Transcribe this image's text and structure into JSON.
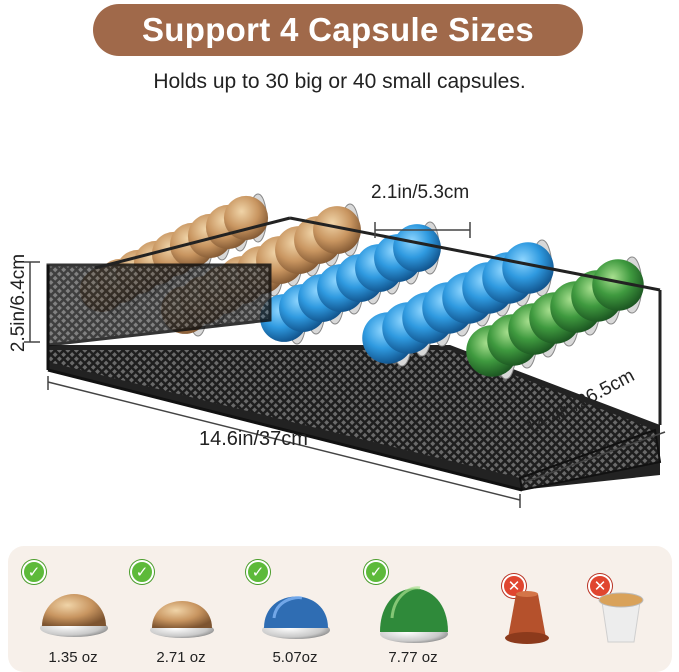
{
  "header": {
    "title": "Support 4 Capsule Sizes",
    "subtitle": "Holds up to 30 big or 40 small capsules."
  },
  "dimensions": {
    "slot_width": "2.1in/5.3cm",
    "height": "2.5in/6.4cm",
    "length": "14.6in/37cm",
    "depth": "14.4in/26.5cm"
  },
  "sizes": [
    {
      "label": "1.35 oz",
      "supported": true,
      "color": "#c8935e",
      "icon": "gold-vertuo-capsule-icon"
    },
    {
      "label": "2.71 oz",
      "supported": true,
      "color": "#c8935e",
      "icon": "gold-vertuo-capsule-icon"
    },
    {
      "label": "5.07oz",
      "supported": true,
      "color": "#2f6db3",
      "icon": "blue-vertuo-capsule-icon"
    },
    {
      "label": "7.77 oz",
      "supported": true,
      "color": "#2f8a3a",
      "icon": "green-vertuo-capsule-icon"
    },
    {
      "label": "",
      "supported": false,
      "color": "#b5512c",
      "icon": "original-capsule-icon"
    },
    {
      "label": "",
      "supported": false,
      "color": "#e9e9e9",
      "icon": "k-cup-icon"
    }
  ],
  "colors": {
    "title_bg": "#a0694a",
    "panel_bg": "#f7f0ea",
    "ok": "#5dba3a",
    "no": "#e0452f"
  }
}
